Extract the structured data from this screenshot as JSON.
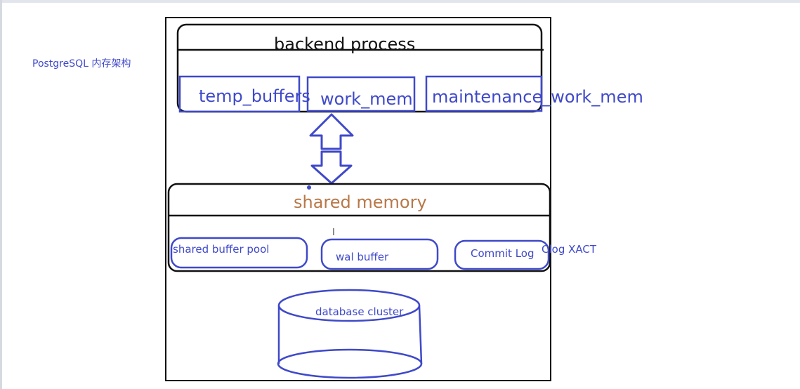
{
  "caption": "PostgreSQL 内存架构",
  "backend": {
    "title": "backend process",
    "items": [
      "temp_buffers",
      "work_mem",
      "maintenance_work_mem"
    ]
  },
  "shared": {
    "title": "shared memory",
    "items": [
      "shared buffer pool",
      "wal buffer",
      "Commit Log"
    ],
    "note": "Clog XACT"
  },
  "storage": {
    "label": "database cluster"
  },
  "colors": {
    "ink": "#111111",
    "pen_blue": "#3f49c9",
    "title_orange": "#b87848"
  }
}
